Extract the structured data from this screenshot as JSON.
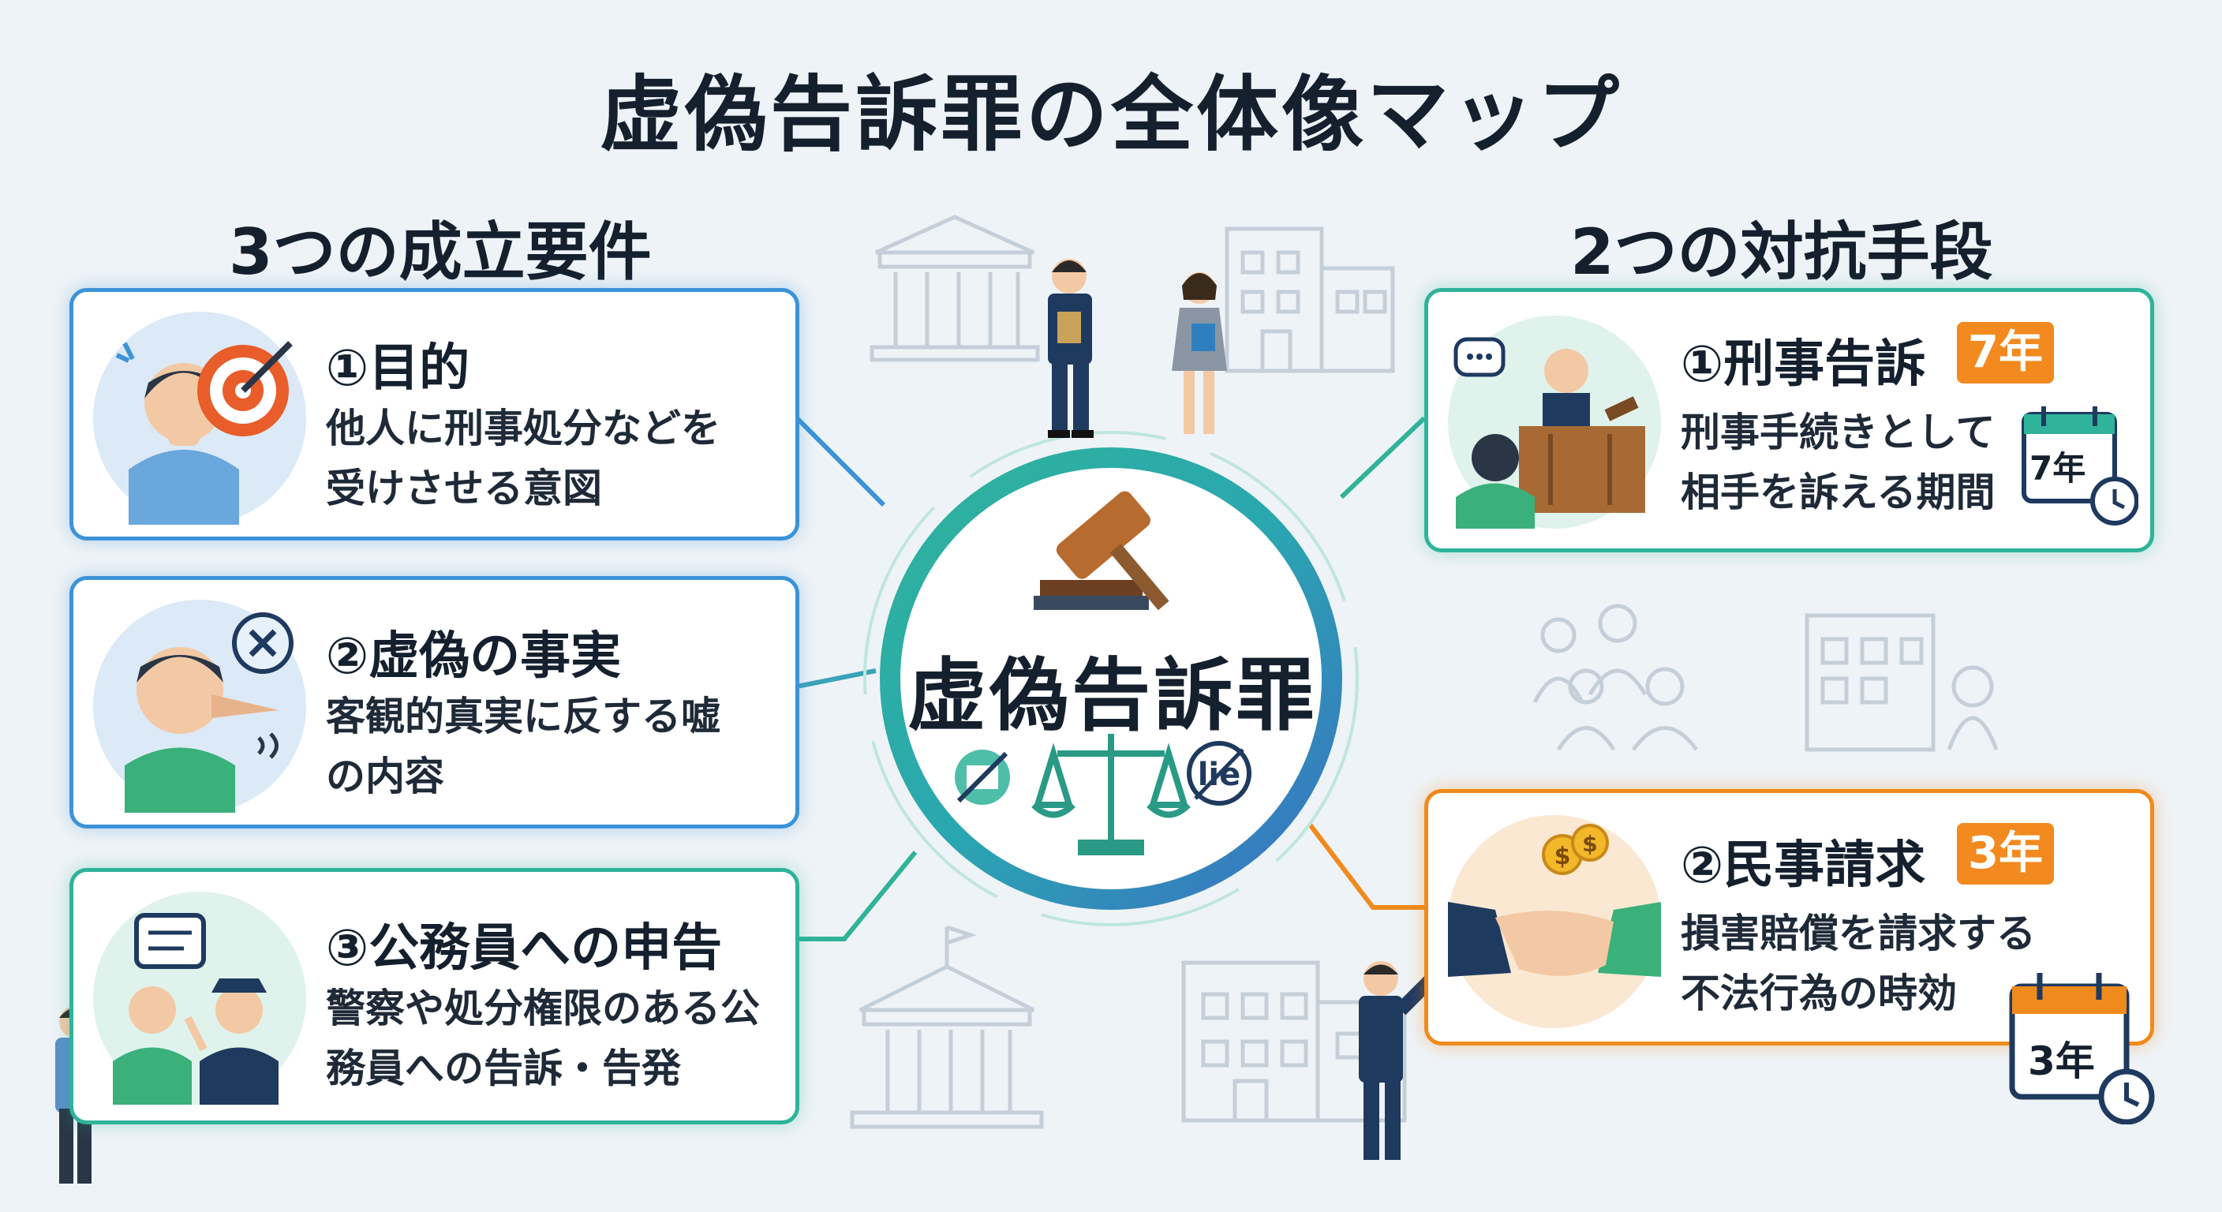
{
  "title": "虚偽告訴罪の全体像マップ",
  "left_heading": "3つの成立要件",
  "right_heading": "2つの対抗手段",
  "center_label": "虚偽告訴罪",
  "requirements": [
    {
      "title": "①目的",
      "lines": [
        "他人に刑事処分などを受けさせる意図"
      ]
    },
    {
      "title": "②虚偽の事実",
      "lines": [
        "客観的真実に反する嘘の内容"
      ]
    },
    {
      "title": "③公務員への申告",
      "lines": [
        "警察や処分権限のある公務員への告訴・告発"
      ]
    }
  ],
  "countermeasures": [
    {
      "title": "①刑事告訴",
      "badge": "7年",
      "desc_line1": "刑事手続きとして",
      "desc_line2": "相手を訴える期間",
      "calendar": "7年"
    },
    {
      "title": "②民事請求",
      "badge": "3年",
      "desc_line1": "損害賠償を請求する",
      "desc_line2": "不法行為の時効",
      "calendar": "3年"
    }
  ],
  "lie_tag": "lie",
  "colors": {
    "blue": "#3d93d8",
    "teal": "#2fb39a",
    "orange": "#f08a1c",
    "navy": "#1f3a5f"
  }
}
